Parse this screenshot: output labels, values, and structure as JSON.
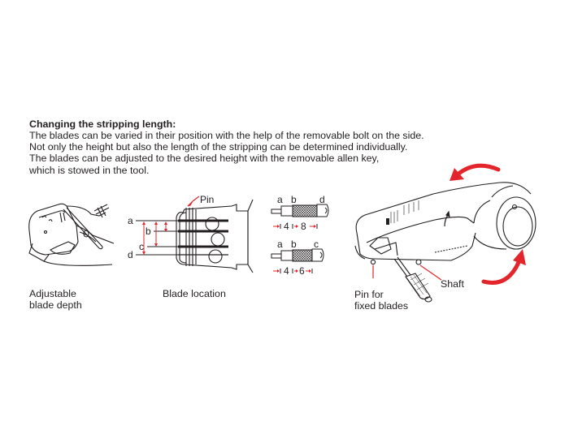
{
  "instructions": {
    "heading": "Changing the stripping length:",
    "lines": [
      "The blades can be varied in their position with the help of the removable bolt on the side.",
      "Not only the height but also the length of the stripping can be determined individually.",
      "The blades can be adjusted to the desired height with the removable allen key,",
      "which is stowed in the tool."
    ]
  },
  "figures": {
    "blade_depth": {
      "caption_line1": "Adjustable",
      "caption_line2": "blade depth"
    },
    "blade_location": {
      "caption": "Blade location",
      "pin_label": "Pin",
      "level_labels": {
        "a": "a",
        "b": "b",
        "c": "c",
        "d": "d"
      }
    },
    "strip_lengths": {
      "top": {
        "labels": [
          "a",
          "b",
          "d"
        ],
        "dims": [
          "4",
          "8"
        ]
      },
      "bottom": {
        "labels": [
          "a",
          "b",
          "c"
        ],
        "dims": [
          "4",
          "6"
        ]
      }
    },
    "tool": {
      "shaft_label": "Shaft",
      "pin_label_line1": "Pin for",
      "pin_label_line2": "fixed blades"
    }
  },
  "colors": {
    "accent_red": "#e3262b",
    "line": "#231f20"
  }
}
